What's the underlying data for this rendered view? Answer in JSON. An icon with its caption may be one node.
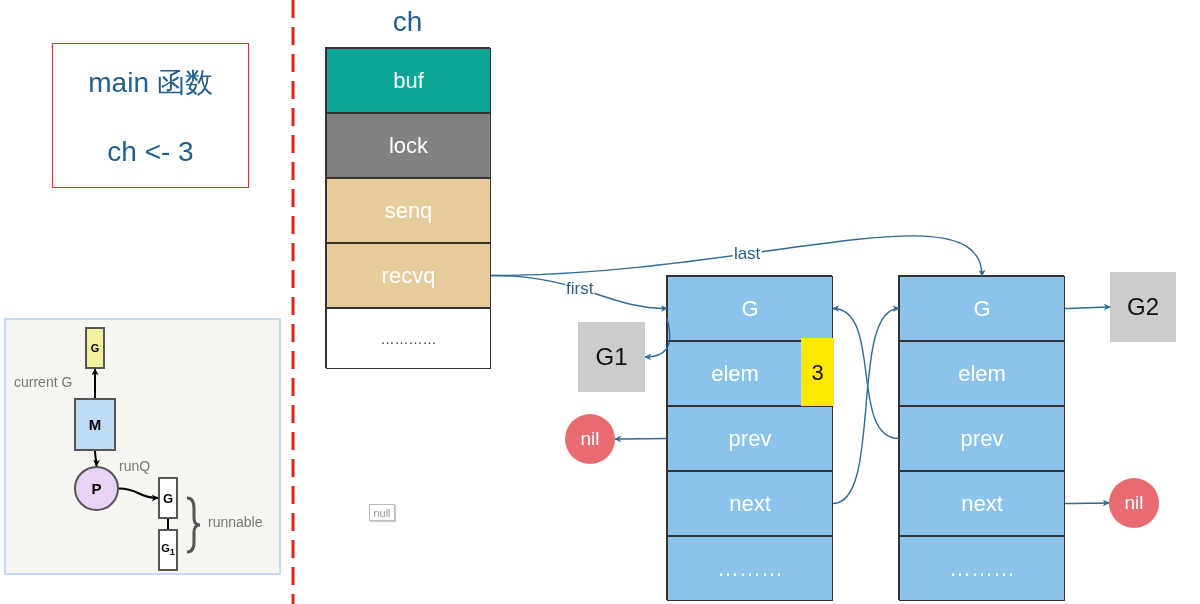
{
  "diagram": {
    "nodes": [
      {
        "text": [
          "main 函数",
          "ch <- 3"
        ]
      },
      {
        "text": [
          "ch"
        ]
      },
      {
        "text": [
          "buf"
        ],
        "in": 1
      },
      {
        "text": [
          "lock"
        ],
        "in": 1
      },
      {
        "text": [
          "senq"
        ],
        "in": 1
      },
      {
        "text": [
          "recvq"
        ],
        "in": 1
      },
      {
        "text": [
          "…………"
        ],
        "in": 1
      },
      {
        "text": [],
        "shape": "box"
      },
      {
        "text": [
          "G"
        ],
        "in": 7
      },
      {
        "text": [
          "elem"
        ],
        "in": 7
      },
      {
        "text": [
          "3"
        ],
        "in": 9
      },
      {
        "text": [
          "prev"
        ],
        "in": 7
      },
      {
        "text": [
          "next"
        ],
        "in": 7
      },
      {
        "text": [
          "………"
        ],
        "in": 7
      },
      {
        "text": [],
        "shape": "box"
      },
      {
        "text": [
          "G"
        ],
        "in": 14
      },
      {
        "text": [
          "elem"
        ],
        "in": 14
      },
      {
        "text": [
          "prev"
        ],
        "in": 14
      },
      {
        "text": [
          "next"
        ],
        "in": 14
      },
      {
        "text": [
          "………"
        ],
        "in": 14
      },
      {
        "text": [
          "G1"
        ]
      },
      {
        "text": [
          "G2"
        ]
      },
      {
        "text": [
          "nil"
        ]
      },
      {
        "text": [
          "nil"
        ]
      },
      {
        "text": [
          "null"
        ]
      },
      {
        "text": [],
        "shape": "box"
      },
      {
        "text": [
          "G"
        ],
        "in": 25
      },
      {
        "text": [
          "M"
        ],
        "in": 25
      },
      {
        "text": [
          "P"
        ],
        "in": 25
      },
      {
        "text": [
          "G"
        ],
        "in": 25
      },
      {
        "text": [
          "G$_{1}$"
        ],
        "in": 25
      }
    ],
    "edges": [
      {
        "from": 5,
        "to": 8,
        "arrow": "to",
        "label": "first"
      },
      {
        "from": 5,
        "to": 15,
        "arrow": "to",
        "label": "last"
      },
      {
        "from": 8,
        "to": 20,
        "arrow": "to"
      },
      {
        "from": 11,
        "to": 22,
        "arrow": "to"
      },
      {
        "from": 12,
        "to": 15,
        "arrow": "to"
      },
      {
        "from": 17,
        "to": 8,
        "arrow": "to"
      },
      {
        "from": 15,
        "to": 21,
        "arrow": "to"
      },
      {
        "from": 18,
        "to": 23,
        "arrow": "to"
      },
      {
        "from": 27,
        "to": 26,
        "arrow": "to",
        "color": "#000000"
      },
      {
        "from": 27,
        "to": 28,
        "arrow": "to",
        "color": "#000000"
      },
      {
        "from": 28,
        "to": 29,
        "arrow": "to",
        "color": "#000000"
      },
      {
        "from": 29,
        "to": 30,
        "arrow": "none",
        "color": "#000000"
      }
    ],
    "labels": [
      "current G",
      "runQ",
      "runnable"
    ]
  }
}
